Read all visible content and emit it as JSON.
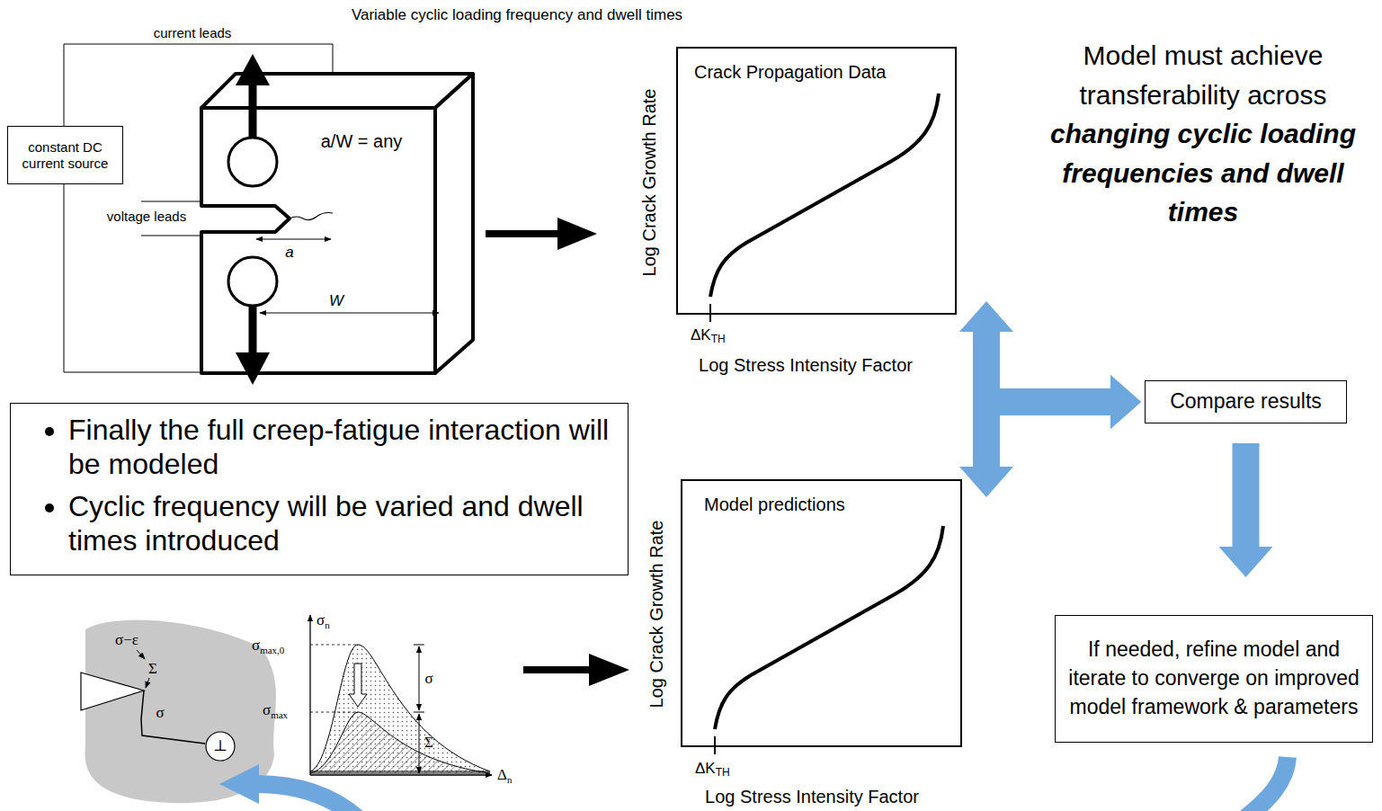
{
  "diagram": {
    "title": "Variable cyclic loading frequency and dwell times",
    "nodes": [
      {
        "text": [
          "constant DC current source"
        ]
      },
      {
        "text": [
          "Crack Propagation Data"
        ]
      },
      {
        "text": [
          "Model predictions"
        ]
      },
      {
        "text": [
          "Compare results"
        ]
      },
      {
        "text": [
          "If needed, refine model and iterate to converge on improved model framework & parameters"
        ]
      },
      {
        "text": [
          "Finally the full creep-fatigue interaction will be modeled",
          "Cyclic frequency will be varied and dwell times introduced"
        ]
      }
    ],
    "edges": [
      {
        "from": 1,
        "to": 2,
        "arrow": "both"
      },
      {
        "from": 1,
        "to": 3,
        "arrow": "to"
      },
      {
        "from": 2,
        "to": 3,
        "arrow": "to"
      },
      {
        "from": 3,
        "to": 4,
        "arrow": "to"
      }
    ],
    "labels": [
      "current leads",
      "voltage leads",
      "a/W = any",
      "a",
      "W",
      "Log Crack Growth Rate",
      "ΔK",
      "TH",
      "Log Stress Intensity Factor",
      "Model must achieve transferability across",
      "changing cyclic loading frequencies and dwell times",
      "σ−ε",
      "Σ",
      "σ",
      "⊥",
      "σ",
      "n",
      "σ",
      "max,0",
      "σ",
      "max",
      "σ",
      "Σ",
      "Δ",
      "n",
      "Log Crack Growth Rate",
      "ΔK",
      "TH",
      "Log Stress Intensity Factor"
    ]
  }
}
